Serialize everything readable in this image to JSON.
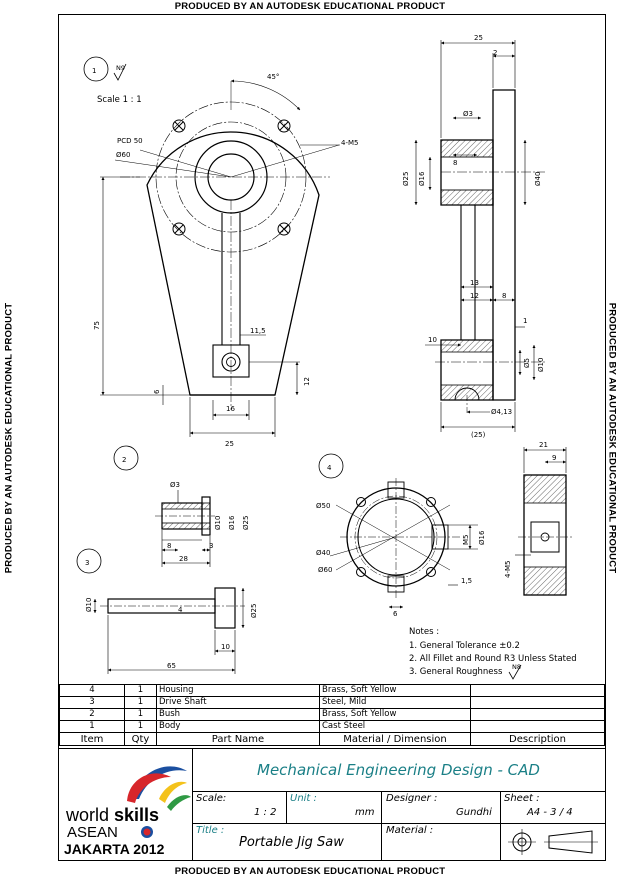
{
  "watermark": {
    "text": "PRODUCED BY AN AUTODESK EDUCATIONAL PRODUCT"
  },
  "views": {
    "view1": {
      "number": "1",
      "roughness": "N9",
      "scale": "Scale 1 : 1",
      "dims": {
        "angle": "45°",
        "holes": "4-M5",
        "pcd": "PCD 50",
        "d60": "Ø60",
        "h75": "75",
        "w11_5": "11,5",
        "h12": "12",
        "h6": "6",
        "w16": "16",
        "w25": "25"
      }
    },
    "side": {
      "dims": {
        "w25": "25",
        "w2": "2",
        "d3": "Ø3",
        "w8a": "8",
        "d25": "Ø25",
        "d16": "Ø16",
        "d40": "Ø40",
        "w13": "13",
        "w12": "12",
        "w8b": "8",
        "w1": "1",
        "w10": "10",
        "d5": "Ø5",
        "d10": "Ø10",
        "d4_13": "Ø4,13",
        "w25ref": "(25)"
      }
    },
    "view2": {
      "number": "2",
      "dims": {
        "d3": "Ø3",
        "d10": "Ø10",
        "d16": "Ø16",
        "d25": "Ø25",
        "w8": "8",
        "w3": "3",
        "w28": "28"
      }
    },
    "view3": {
      "number": "3",
      "dims": {
        "d10": "Ø10",
        "w4": "4",
        "d25": "Ø25",
        "w10": "10",
        "w65": "65"
      }
    },
    "view4": {
      "number": "4",
      "dims": {
        "d50": "Ø50",
        "d40": "Ø40",
        "d60": "Ø60",
        "m5": "M5",
        "d16": "Ø16",
        "w1_5": "1,5",
        "w6": "6",
        "w21": "21",
        "w9": "9",
        "holes": "4-M5"
      }
    }
  },
  "notes": {
    "title": "Notes :",
    "items": [
      "1. General Tolerance ±0.2",
      "2. All Fillet and Round R3 Unless Stated",
      "3. General Roughness"
    ],
    "roughness": "N8"
  },
  "parts_list": {
    "headers": [
      "Item",
      "Qty",
      "Part Name",
      "Material / Dimension",
      "Description"
    ],
    "rows": [
      {
        "item": "4",
        "qty": "1",
        "name": "Housing",
        "material": "Brass, Soft Yellow",
        "description": ""
      },
      {
        "item": "3",
        "qty": "1",
        "name": "Drive Shaft",
        "material": "Steel, Mild",
        "description": ""
      },
      {
        "item": "2",
        "qty": "1",
        "name": "Bush",
        "material": "Brass, Soft Yellow",
        "description": ""
      },
      {
        "item": "1",
        "qty": "1",
        "name": "Body",
        "material": "Cast Steel",
        "description": ""
      }
    ]
  },
  "title_block": {
    "main_title": "Mechanical Engineering Design - CAD",
    "scale_label": "Scale:",
    "scale_value": "1 : 2",
    "unit_label": "Unit :",
    "unit_value": "mm",
    "designer_label": "Designer :",
    "designer_value": "Gundhi",
    "sheet_label": "Sheet :",
    "sheet_value": "A4 - 3 / 4",
    "title_label": "Title :",
    "title_value": "Portable Jig Saw",
    "material_label": "Material :"
  },
  "logo": {
    "text_world": "world",
    "text_skills": "skills",
    "text_asean": "ASEAN",
    "text_city": "JAKARTA 2012",
    "colors": {
      "blue": "#1b4fa0",
      "red": "#d7262b",
      "yellow": "#f4c21b",
      "green": "#2f9a44"
    }
  },
  "colors": {
    "title_accent": "#1a7f86",
    "line": "#000000"
  }
}
